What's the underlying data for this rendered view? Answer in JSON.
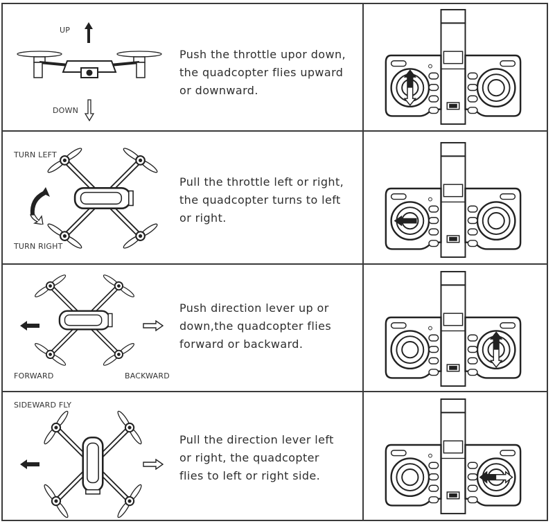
{
  "rows": [
    {
      "description": "Push the throttle upor down,\nthe quadcopter flies upward\nor downward.",
      "labels": {
        "top": "UP",
        "bottom": "DOWN"
      },
      "remote_action": "left-stick-up-down"
    },
    {
      "description": "Pull the throttle left or right,\nthe quadcopter turns to left\nor right.",
      "labels": {
        "top": "TURN LEFT",
        "bottom": "TURN RIGHT"
      },
      "remote_action": "left-stick-left"
    },
    {
      "description": "Push direction lever up or\ndown,the quadcopter flies\nforward or backward.",
      "labels": {
        "left": "FORWARD",
        "right": "BACKWARD"
      },
      "remote_action": "right-stick-up-down"
    },
    {
      "description": "Pull the direction lever left\nor right, the quadcopter\nflies to left or right side.",
      "labels": {
        "top": "SIDEWARD FLY"
      },
      "remote_action": "right-stick-left-right"
    }
  ]
}
